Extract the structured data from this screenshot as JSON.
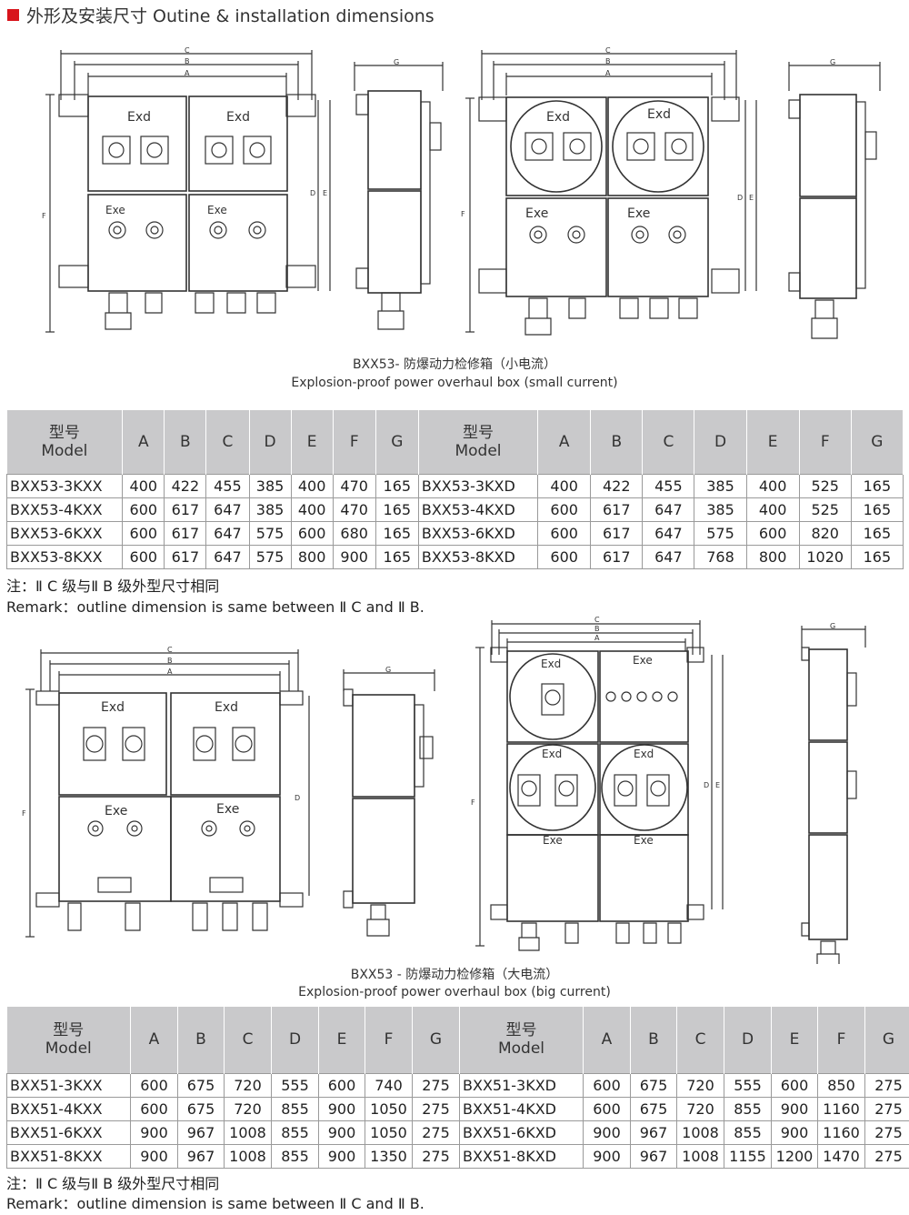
{
  "header": {
    "title": "外形及安装尺寸 Outine & installation dimensions",
    "accent_color": "#d8141b"
  },
  "drawing_labels": {
    "dims": [
      "A",
      "B",
      "C",
      "D",
      "E",
      "F",
      "G"
    ],
    "exd": "Exd",
    "exe": "Exe"
  },
  "small_current": {
    "caption_cn": "BXX53- 防爆动力检修箱（小电流）",
    "caption_en": "Explosion-proof power overhaul box (small current)"
  },
  "big_current": {
    "caption_cn": "BXX53 - 防爆动力检修箱（大电流）",
    "caption_en": "Explosion-proof power overhaul box (big current)"
  },
  "table_header": {
    "model_cn": "型号",
    "model_en": "Model",
    "cols": [
      "A",
      "B",
      "C",
      "D",
      "E",
      "F",
      "G"
    ]
  },
  "table1": {
    "rows": [
      [
        "BXX53-3KXX",
        "400",
        "422",
        "455",
        "385",
        "400",
        "470",
        "165",
        "BXX53-3KXD",
        "400",
        "422",
        "455",
        "385",
        "400",
        "525",
        "165"
      ],
      [
        "BXX53-4KXX",
        "600",
        "617",
        "647",
        "385",
        "400",
        "470",
        "165",
        "BXX53-4KXD",
        "600",
        "617",
        "647",
        "385",
        "400",
        "525",
        "165"
      ],
      [
        "BXX53-6KXX",
        "600",
        "617",
        "647",
        "575",
        "600",
        "680",
        "165",
        "BXX53-6KXD",
        "600",
        "617",
        "647",
        "575",
        "600",
        "820",
        "165"
      ],
      [
        "BXX53-8KXX",
        "600",
        "617",
        "647",
        "575",
        "800",
        "900",
        "165",
        "BXX53-8KXD",
        "600",
        "617",
        "647",
        "768",
        "800",
        "1020",
        "165"
      ]
    ]
  },
  "table2": {
    "rows": [
      [
        "BXX51-3KXX",
        "600",
        "675",
        "720",
        "555",
        "600",
        "740",
        "275",
        "BXX51-3KXD",
        "600",
        "675",
        "720",
        "555",
        "600",
        "850",
        "275"
      ],
      [
        "BXX51-4KXX",
        "600",
        "675",
        "720",
        "855",
        "900",
        "1050",
        "275",
        "BXX51-4KXD",
        "600",
        "675",
        "720",
        "855",
        "900",
        "1160",
        "275"
      ],
      [
        "BXX51-6KXX",
        "900",
        "967",
        "1008",
        "855",
        "900",
        "1050",
        "275",
        "BXX51-6KXD",
        "900",
        "967",
        "1008",
        "855",
        "900",
        "1160",
        "275"
      ],
      [
        "BXX51-8KXX",
        "900",
        "967",
        "1008",
        "855",
        "900",
        "1350",
        "275",
        "BXX51-8KXD",
        "900",
        "967",
        "1008",
        "1155",
        "1200",
        "1470",
        "275"
      ]
    ]
  },
  "remark": {
    "cn": "注：Ⅱ C 级与Ⅱ B 级外型尺寸相同",
    "en": "Remark：outline dimension is same between Ⅱ C and Ⅱ B."
  }
}
